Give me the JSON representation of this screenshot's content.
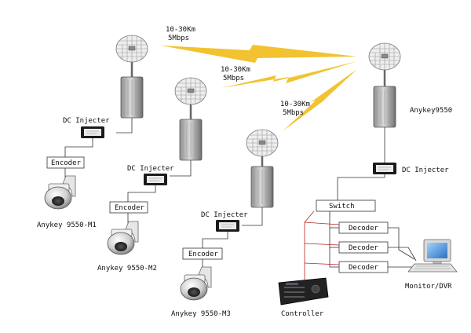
{
  "links": [
    {
      "distance": "10-30Km",
      "rate": "5Mbps"
    },
    {
      "distance": "10-30Km",
      "rate": "5Mbps"
    },
    {
      "distance": "10-30Km",
      "rate": "5Mbps"
    }
  ],
  "base": {
    "radio_label": "Anykey9550",
    "injector_label": "DC Injecter",
    "switch_label": "Switch",
    "decoders": [
      "Decoder",
      "Decoder",
      "Decoder"
    ],
    "monitor_label": "Monitor/DVR",
    "controller_label": "Controller"
  },
  "remotes": [
    {
      "injector_label": "DC Injecter",
      "encoder_label": "Encoder",
      "camera_label": "Anykey 9550-M1"
    },
    {
      "injector_label": "DC Injecter",
      "encoder_label": "Encoder",
      "camera_label": "Anykey 9550-M2"
    },
    {
      "injector_label": "DC Injecter",
      "encoder_label": "Encoder",
      "camera_label": "Anykey 9550-M3"
    }
  ],
  "colors": {
    "lightning": "#f2c230",
    "wire": "#333333",
    "control_wire": "#b22222"
  }
}
